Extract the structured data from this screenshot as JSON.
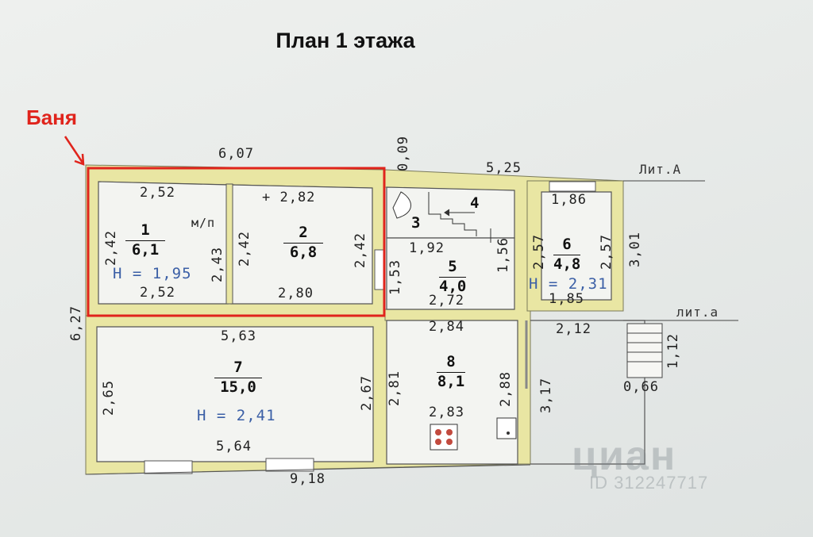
{
  "title": "План 1 этажа",
  "banya_label": "Баня",
  "levels": {
    "lit_A": "Лит.А",
    "lit_a": "лит.а"
  },
  "rooms": {
    "r1": {
      "num": "1",
      "area": "6,1"
    },
    "r2": {
      "num": "2",
      "area": "6,8"
    },
    "r3": {
      "num": "3"
    },
    "r4": {
      "num": "4"
    },
    "r5": {
      "num": "5",
      "area": "4,0"
    },
    "r6": {
      "num": "6",
      "area": "4,8"
    },
    "r7": {
      "num": "7",
      "area": "15,0"
    },
    "r8": {
      "num": "8",
      "area": "8,1"
    }
  },
  "heights": {
    "h1": "Н = 1,95",
    "h6": "Н = 2,31",
    "h7": "Н = 2,41"
  },
  "dims": {
    "top_bath": "6,07",
    "top_right": "5,25",
    "d009": "0,09",
    "r1_top": "2,52",
    "r1_bottom": "2,52",
    "r1_left": "2,42",
    "r1_right": "2,43",
    "mp": "м/п",
    "r2_top": "+ 2,82",
    "r2_bottom": "2,80",
    "r2_left": "2,42",
    "r2_right": "2,42",
    "r5_top": "1,92",
    "r5_right": "1,56",
    "r5_left": "1,53",
    "r5_bottom": "2,72",
    "r6_top": "1,86",
    "r6_left": "2,57",
    "r6_right": "2,57",
    "r6_bottom": "1,85",
    "outer_right": "3,01",
    "left_total": "6,27",
    "r7_top": "5,63",
    "r7_bottom": "5,64",
    "r7_left": "2,65",
    "r7_right": "2,67",
    "r8_top": "2,84",
    "r8_mid": "2,83",
    "r8_left": "2,81",
    "r8_right": "2,88",
    "ext_top": "2,12",
    "ext_left": "3,17",
    "porch": "0,66",
    "porch_h": "1,12",
    "bottom_total": "9,18"
  },
  "watermark": {
    "brand": "циан",
    "id": "ID 312247717"
  }
}
